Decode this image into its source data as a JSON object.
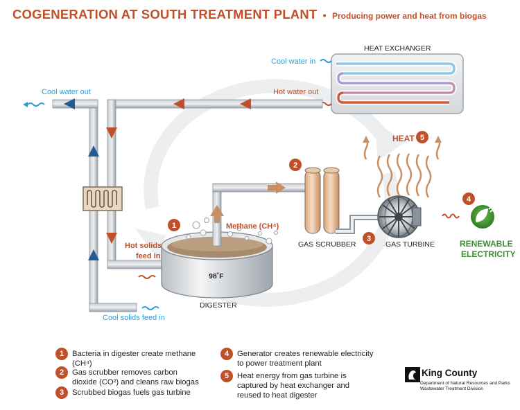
{
  "title": "COGENERATION AT SOUTH TREATMENT PLANT",
  "subtitle": "Producing power and heat from biogas",
  "colors": {
    "accent": "#c0502a",
    "cool": "#2a9fd8",
    "green": "#3c8c32",
    "pipe": "#9aa3ab"
  },
  "labels": {
    "heat_exchanger": "HEAT EXCHANGER",
    "cool_water_in": "Cool water in",
    "cool_water_out": "Cool water out",
    "hot_water_out": "Hot water out",
    "heat": "HEAT",
    "methane": "Methane (CH⁴)",
    "hot_solids_line1": "Hot solids",
    "hot_solids_line2": "feed in",
    "temperature": "98˚F",
    "digester": "DIGESTER",
    "cool_solids": "Cool solids feed in",
    "gas_scrubber": "GAS SCRUBBER",
    "gas_turbine": "GAS TURBINE",
    "renewable_line1": "RENEWABLE",
    "renewable_line2": "ELECTRICITY"
  },
  "markers": {
    "m1": "1",
    "m2": "2",
    "m3": "3",
    "m4": "4",
    "m5": "5"
  },
  "legend": [
    {
      "num": "1",
      "text": "Bacteria in digester create methane (CH⁴)"
    },
    {
      "num": "2",
      "text": "Gas scrubber removes carbon dioxide (CO²) and cleans raw biogas"
    },
    {
      "num": "3",
      "text": "Scrubbed biogas fuels gas turbine"
    },
    {
      "num": "4",
      "text": "Generator creates renewable electricity to power treatment plant"
    },
    {
      "num": "5",
      "text": "Heat energy from gas turbine is captured by heat exchanger and reused to heat digester"
    }
  ],
  "logo": {
    "name": "King County",
    "dept_line1": "Department of Natural Resources and Parks",
    "dept_line2": "Wastewater Treatment Division"
  }
}
